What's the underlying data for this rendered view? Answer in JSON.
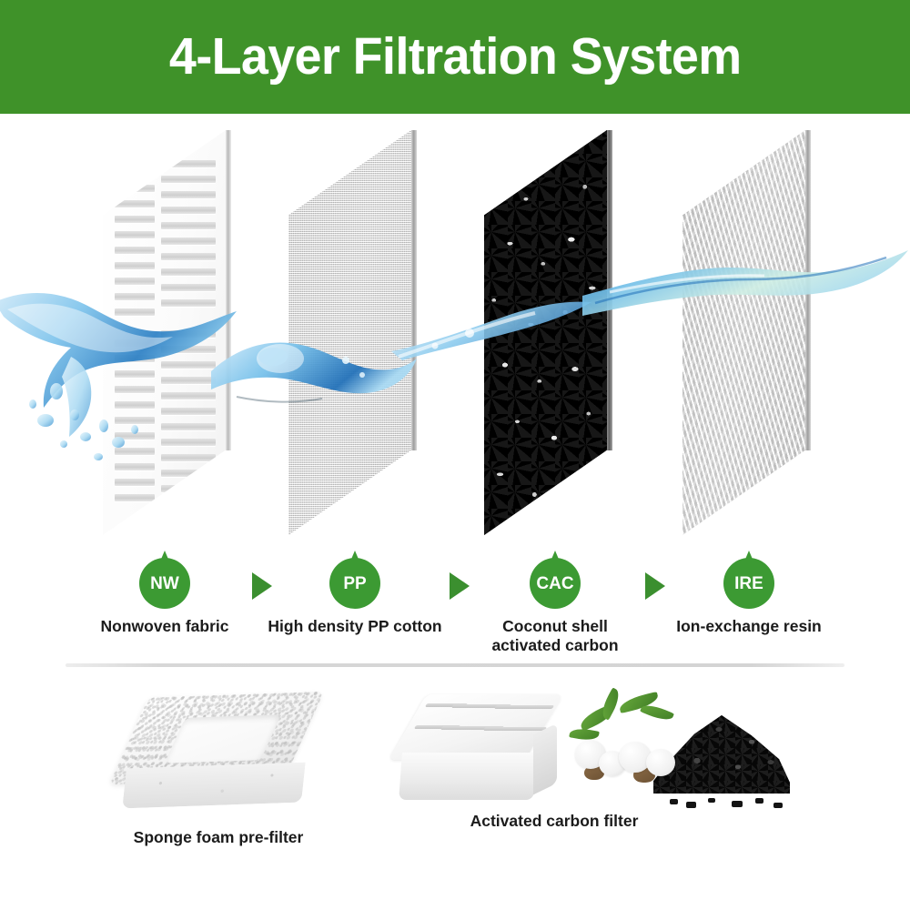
{
  "header": {
    "title": "4-Layer Filtration System",
    "background_color": "#3f9229",
    "text_color": "#ffffff"
  },
  "theme": {
    "green": "#3c9a33",
    "arrow_green": "#3b8f2f",
    "text_dark": "#1b1b1b",
    "divider": "#d4d4d4"
  },
  "diagram": {
    "layers": [
      {
        "abbr": "NW",
        "caption": "Nonwoven fabric",
        "material_name": "white-louver-grille-panel",
        "texture": "white slotted louver sheet"
      },
      {
        "abbr": "PP",
        "caption": "High density PP cotton",
        "material_name": "gray-woven-pp-cotton-panel",
        "texture": "gray woven fabric"
      },
      {
        "abbr": "CAC",
        "caption": "Coconut shell\nactivated carbon",
        "material_name": "black-activated-carbon-panel",
        "texture": "black carbon granules"
      },
      {
        "abbr": "IRE",
        "caption": "Ion-exchange resin",
        "material_name": "white-fibrous-resin-panel",
        "texture": "white fibrous sheet"
      }
    ],
    "arrows": [
      "flow-arrow-1",
      "flow-arrow-2",
      "flow-arrow-3"
    ],
    "water_elements": [
      "water-splash",
      "water-stream-2",
      "water-stream-3",
      "water-stream-4"
    ]
  },
  "products": [
    {
      "caption": "Sponge foam pre-filter",
      "image_name": "sponge-foam-block-photo"
    },
    {
      "caption": "Activated carbon filter",
      "image_name": "carbon-cartridge-photo"
    }
  ]
}
